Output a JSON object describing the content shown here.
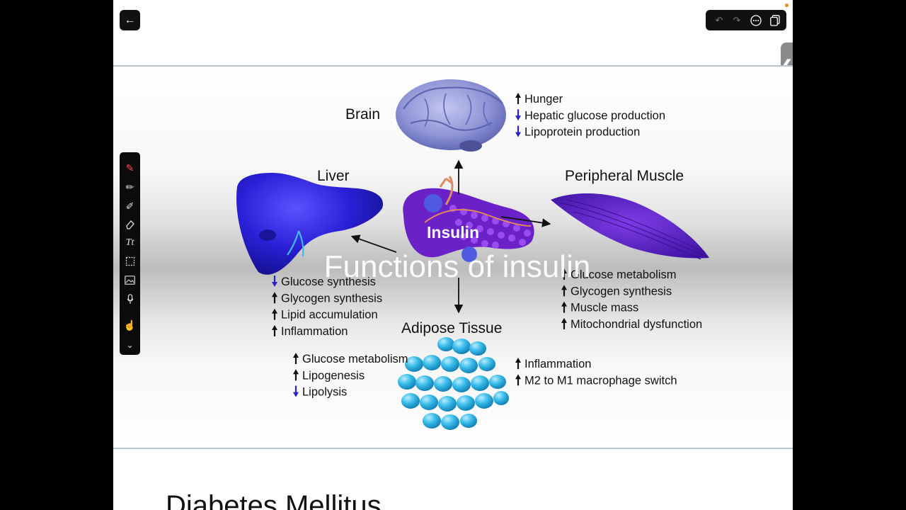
{
  "topbar": {
    "back_icon": "arrow-left-icon",
    "right_tools": [
      "undo-icon",
      "redo-icon",
      "more-icon",
      "pages-icon"
    ]
  },
  "side_tab": {
    "icon": "chevron-left-icon",
    "glyph": "❮"
  },
  "slide": {
    "overlay_title": "Functions of insulin",
    "center_label": "Insulin",
    "organs": {
      "brain": {
        "label": "Brain",
        "effects": [
          {
            "dir": "up",
            "text": "Hunger"
          },
          {
            "dir": "down",
            "text": "Hepatic glucose production"
          },
          {
            "dir": "down",
            "text": "Lipoprotein production"
          }
        ]
      },
      "liver": {
        "label": "Liver",
        "effects": [
          {
            "dir": "down",
            "text": "Glucose synthesis"
          },
          {
            "dir": "up",
            "text": "Glycogen synthesis"
          },
          {
            "dir": "up",
            "text": "Lipid accumulation"
          },
          {
            "dir": "up",
            "text": "Inflammation"
          }
        ]
      },
      "muscle": {
        "label": "Peripheral Muscle",
        "effects": [
          {
            "dir": "up",
            "text": "Glucose metabolism"
          },
          {
            "dir": "up",
            "text": "Glycogen synthesis"
          },
          {
            "dir": "up",
            "text": "Muscle mass"
          },
          {
            "dir": "up",
            "text": "Mitochondrial dysfunction"
          }
        ]
      },
      "adipose": {
        "label": "Adipose Tissue",
        "effects_left": [
          {
            "dir": "up",
            "text": "Glucose metabolism"
          },
          {
            "dir": "up",
            "text": "Lipogenesis"
          },
          {
            "dir": "down",
            "text": "Lipolysis"
          }
        ],
        "effects_right": [
          {
            "dir": "up",
            "text": "Inflammation"
          },
          {
            "dir": "up",
            "text": "M2 to M1 macrophage switch"
          }
        ]
      }
    }
  },
  "bottom_title": "Diabetes Mellitus",
  "toolbar": {
    "tools": [
      "pen-icon",
      "pencil-icon",
      "highlighter-icon",
      "eraser-icon",
      "text-icon",
      "lasso-icon",
      "image-icon",
      "microphone-icon",
      "hand-icon",
      "chevron-down-icon"
    ],
    "active": "pen-icon"
  },
  "colors": {
    "up_arrow": "#111111",
    "down_arrow": "#2a22c9",
    "brain": "#8f95d6",
    "liver": "#2a1fd6",
    "pancreas": "#6a22c8",
    "muscle": "#5b1ec4",
    "adipose": "#2fb4e4",
    "accent_active": "#ff4a55"
  }
}
